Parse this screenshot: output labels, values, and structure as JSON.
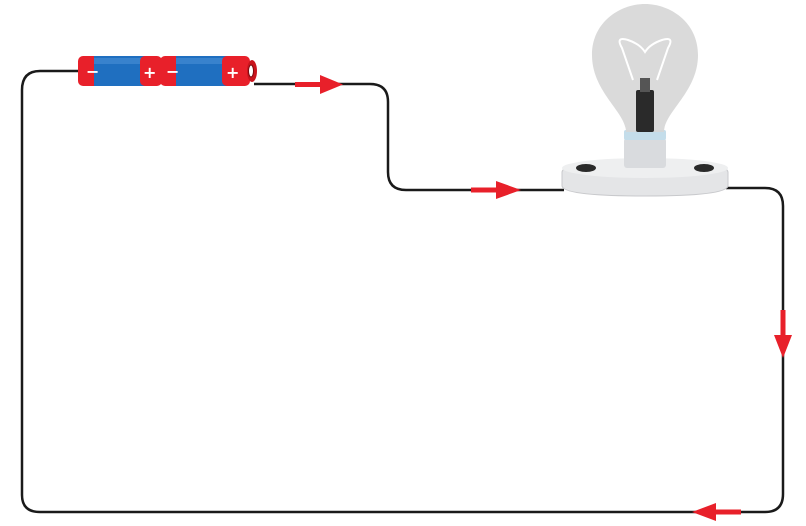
{
  "circuit": {
    "components": [
      "battery-cell-1",
      "battery-cell-2",
      "light-bulb",
      "bulb-holder",
      "wire"
    ],
    "current_arrows": 4,
    "colors": {
      "wire": "#1a1a1a",
      "arrow": "#e8202a",
      "battery_body": "#1f6fc0",
      "battery_end": "#e8202a",
      "bulb_glass": "#d6d6d6",
      "bulb_base": "#d9dbde",
      "holder": "#e4e5e7",
      "filament": "#808080"
    }
  },
  "battery": {
    "cell_1": {
      "negative_sign": "−",
      "positive_sign": "+"
    },
    "cell_2": {
      "negative_sign": "−",
      "positive_sign": "+"
    }
  }
}
